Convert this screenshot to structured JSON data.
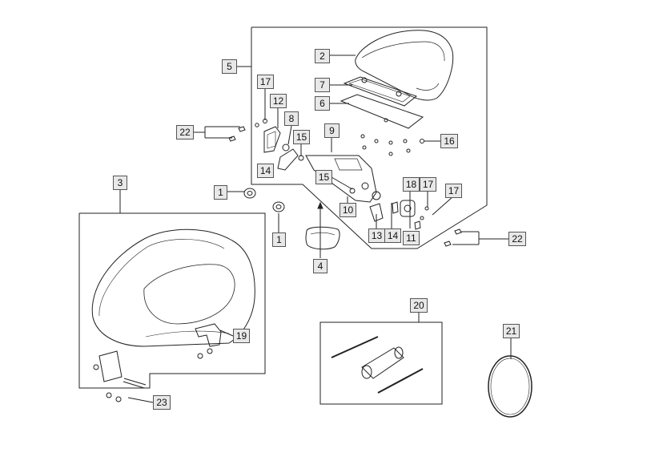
{
  "callouts": [
    {
      "id": "c1a",
      "label": "1"
    },
    {
      "id": "c1b",
      "label": "1"
    },
    {
      "id": "c2",
      "label": "2"
    },
    {
      "id": "c3",
      "label": "3"
    },
    {
      "id": "c4",
      "label": "4"
    },
    {
      "id": "c5",
      "label": "5"
    },
    {
      "id": "c6",
      "label": "6"
    },
    {
      "id": "c7",
      "label": "7"
    },
    {
      "id": "c8",
      "label": "8"
    },
    {
      "id": "c9",
      "label": "9"
    },
    {
      "id": "c10",
      "label": "10"
    },
    {
      "id": "c11",
      "label": "11"
    },
    {
      "id": "c12",
      "label": "12"
    },
    {
      "id": "c13",
      "label": "13"
    },
    {
      "id": "c14a",
      "label": "14"
    },
    {
      "id": "c14b",
      "label": "14"
    },
    {
      "id": "c15a",
      "label": "15"
    },
    {
      "id": "c15b",
      "label": "15"
    },
    {
      "id": "c16",
      "label": "16"
    },
    {
      "id": "c17a",
      "label": "17"
    },
    {
      "id": "c17b",
      "label": "17"
    },
    {
      "id": "c17c",
      "label": "17"
    },
    {
      "id": "c19",
      "label": "19"
    },
    {
      "id": "c18",
      "label": "18"
    },
    {
      "id": "c20",
      "label": "20"
    },
    {
      "id": "c21",
      "label": "21"
    },
    {
      "id": "c22a",
      "label": "22"
    },
    {
      "id": "c22b",
      "label": "22"
    },
    {
      "id": "c23",
      "label": "23"
    }
  ]
}
